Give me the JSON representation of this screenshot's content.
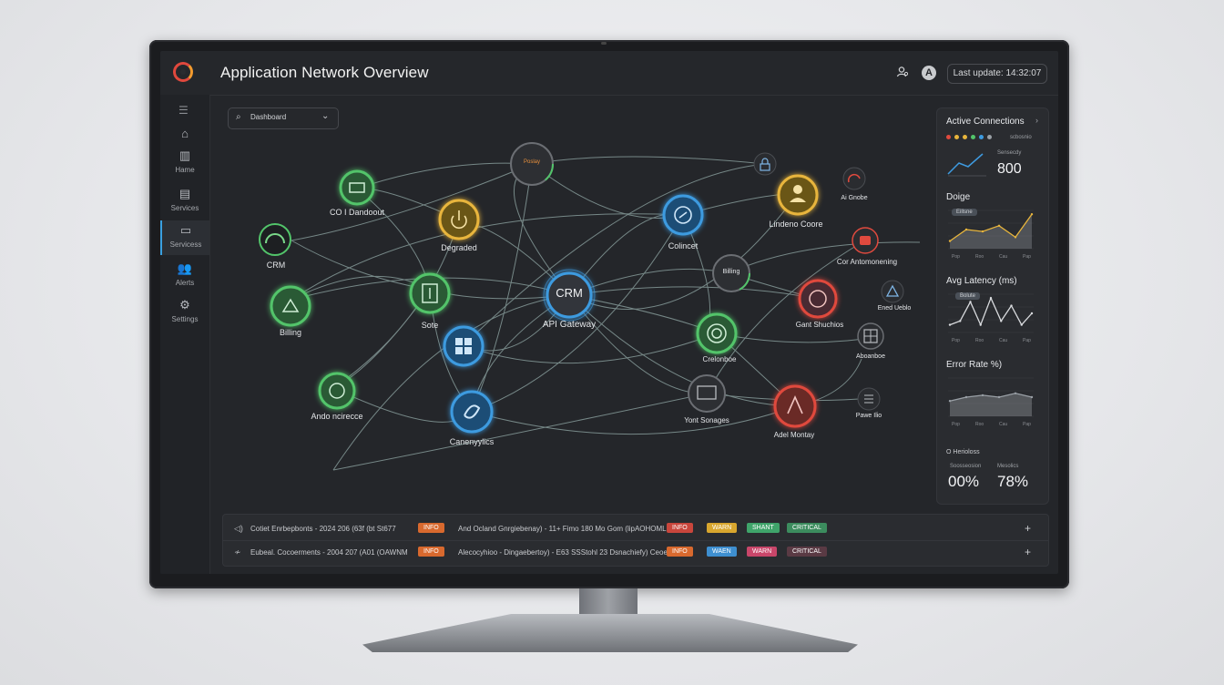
{
  "header": {
    "title": "Application Network Overview",
    "last_update": "Last update: 14:32:07",
    "avatar_letter": "A"
  },
  "sidebar": {
    "items": [
      {
        "label": "Hame",
        "icon": "home-icon"
      },
      {
        "label": "Services",
        "icon": "layers-icon"
      },
      {
        "label": "Servicess",
        "icon": "server-icon"
      },
      {
        "label": "Alerts",
        "icon": "users-icon"
      },
      {
        "label": "Settings",
        "icon": "gear-icon"
      }
    ]
  },
  "search": {
    "value": "Dashboard"
  },
  "nodes": [
    {
      "label": "CRM",
      "color": "#52c46a"
    },
    {
      "label": "Billing",
      "color": "#52c46a"
    },
    {
      "label": "Ando ncirecce",
      "color": "#52c46a"
    },
    {
      "label": "CO I Dandoout",
      "color": "#52c46a"
    },
    {
      "label": "Degraded",
      "color": "#e8b53c"
    },
    {
      "label": "Sote",
      "color": "#52c46a"
    },
    {
      "label": "Canenyylics",
      "color": "#3e9be0"
    },
    {
      "label": "API Gateway",
      "center": "CRM",
      "color": "#3e9be0"
    },
    {
      "label": "Colincet",
      "color": "#3e9be0"
    },
    {
      "label": "Lindeno Coore",
      "color": "#e8b53c"
    },
    {
      "label": "Ai Gnobe",
      "color": "#e04a3e"
    },
    {
      "label": "Cor Antomonening",
      "color": "#e04a3e"
    },
    {
      "label": "Gant Shuchios",
      "color": "#e04a3e"
    },
    {
      "label": "Ened Ueblo",
      "color": "#3e9be0"
    },
    {
      "label": "Crelonboe",
      "color": "#52c46a"
    },
    {
      "label": "Aboanboe",
      "color": "#9aa0a6"
    },
    {
      "label": "Yont Sonages",
      "color": "#9aa0a6"
    },
    {
      "label": "Adel Montay",
      "color": "#e04a3e"
    },
    {
      "label": "Pawe Ilio",
      "color": "#9aa0a6"
    }
  ],
  "node_badges": {
    "top_node_text": "Poslay",
    "billing_node_text": "Billing"
  },
  "right_panel": {
    "active_connections": {
      "title": "Active Connections",
      "legend_text": "scbosnio",
      "metric_label": "Sensecdy",
      "value": "800",
      "dot_colors": [
        "#e04a3e",
        "#e8b53c",
        "#e8b53c",
        "#52c46a",
        "#3e9be0",
        "#9aa0a6"
      ]
    },
    "doige": {
      "title": "Doige",
      "badge": "Eillsne",
      "values": [
        0.2,
        0.5,
        0.45,
        0.6,
        0.3,
        0.9
      ]
    },
    "latency": {
      "title": "Avg Latency (ms)",
      "badge": "Bolute",
      "values": [
        0.2,
        0.3,
        0.8,
        0.2,
        0.9,
        0.3,
        0.7,
        0.2,
        0.5
      ]
    },
    "error_rate": {
      "title": "Error Rate %)",
      "values": [
        0.4,
        0.5,
        0.55,
        0.5,
        0.6,
        0.5
      ]
    },
    "heriolos": {
      "title": "O Herioloss",
      "a_label": "Soosseosion",
      "a_value": "00%",
      "b_label": "Mesolics",
      "b_value": "78%"
    },
    "axis_labels": [
      "Pop",
      "Roo",
      "Cau",
      "Pap"
    ]
  },
  "logs": [
    {
      "text1": "Cotiet Enrbepbonts - 2024 206 (63f (bt St677",
      "tag1": "INFO",
      "text2": "And Ocland Gnrgiebenay) - 11+ Fimo 180 Mo Gom (lipAOHOML",
      "tags": [
        "INFO",
        "WARN",
        "SHANT",
        "CRITICAL"
      ]
    },
    {
      "text1": "Eubeal. Cocoerments - 2004 207 (A01 (OAWNM",
      "tag1": "INFO",
      "text2": "Alecocyhioo - Dingaebertoy) - E63 SSStohl 23 Dsnachiefy) Ceoe.",
      "tags": [
        "INFO",
        "WAEN",
        "WARN",
        "CRITICAL"
      ]
    }
  ]
}
